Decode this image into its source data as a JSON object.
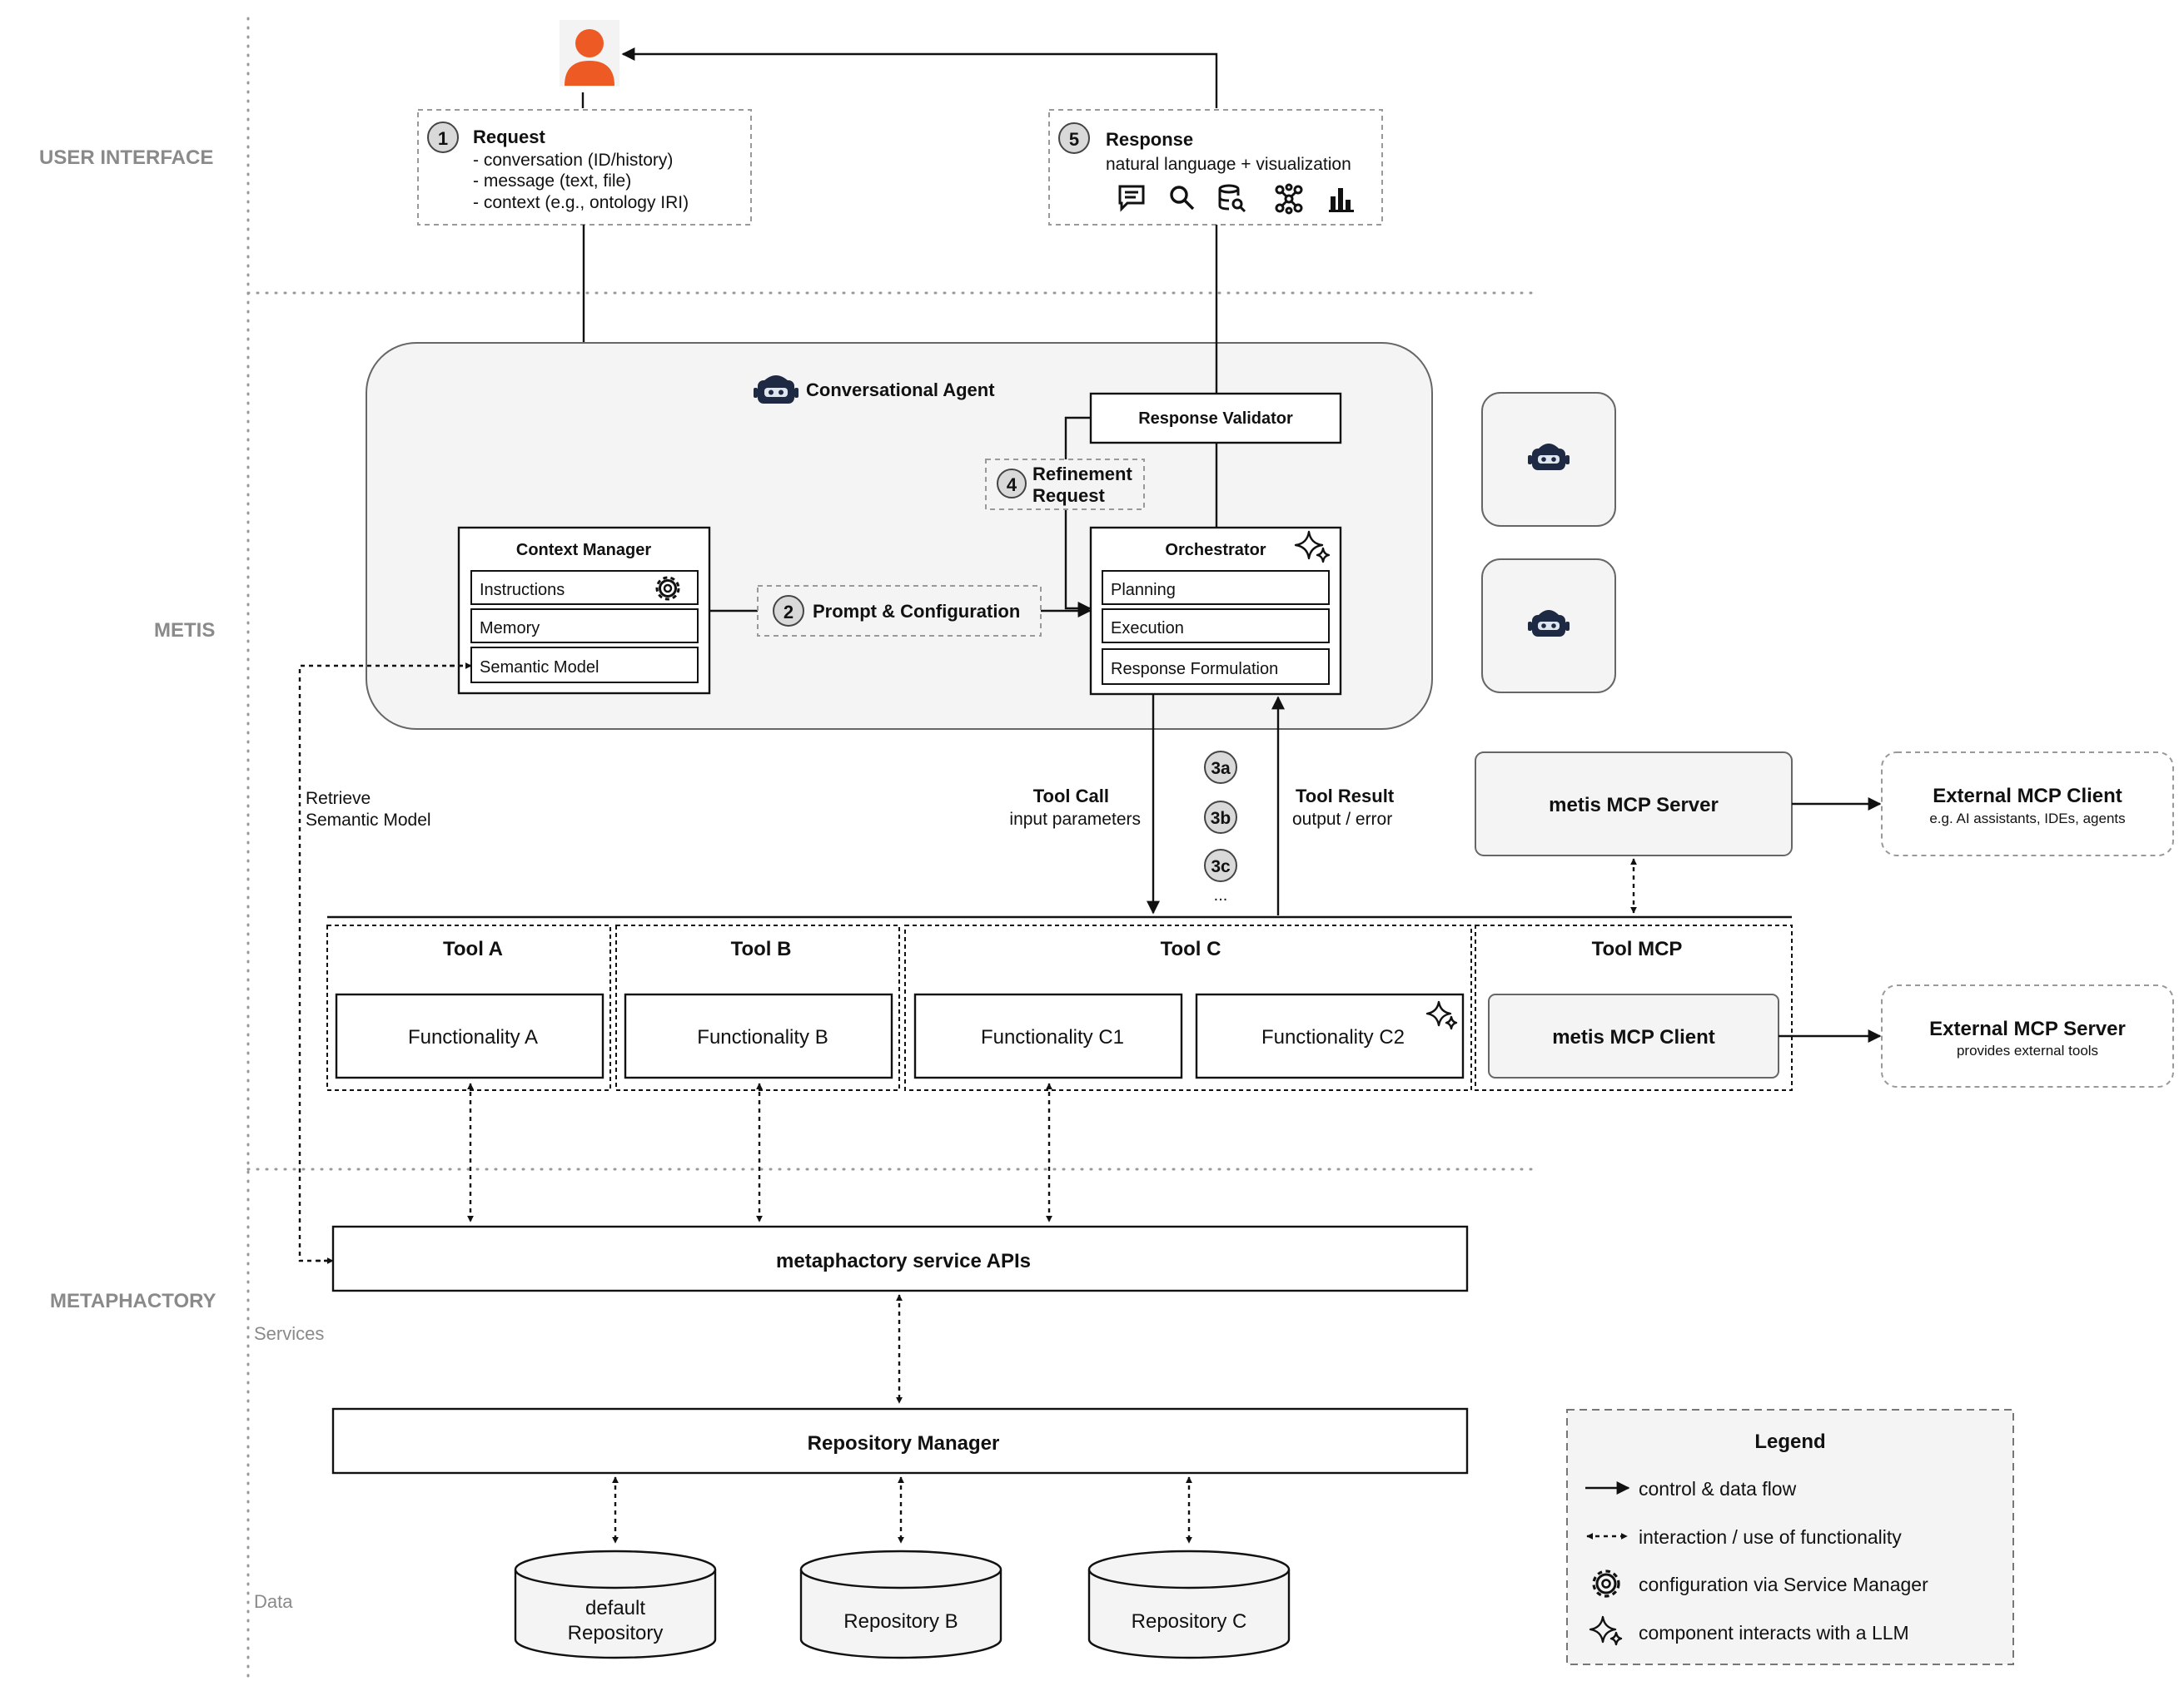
{
  "lanes": {
    "user_interface": "USER INTERFACE",
    "metis": "METIS",
    "metaphactory": "METAPHACTORY",
    "services": "Services",
    "data": "Data"
  },
  "request": {
    "num": "1",
    "title": "Request",
    "lines": [
      "- conversation (ID/history)",
      "- message (text, file)",
      "- context (e.g., ontology IRI)"
    ]
  },
  "response": {
    "num": "5",
    "title": "Response",
    "subtitle": "natural language + visualization",
    "icons": [
      "chat-icon",
      "search-icon",
      "database-search-icon",
      "graph-icon",
      "bar-chart-icon"
    ]
  },
  "agent": {
    "title": "Conversational Agent",
    "context_manager": {
      "title": "Context Manager",
      "items": [
        "Instructions",
        "Memory",
        "Semantic Model"
      ]
    },
    "prompt_config": {
      "num": "2",
      "label": "Prompt & Configuration"
    },
    "refinement": {
      "num": "4",
      "line1": "Refinement",
      "line2": "Request"
    },
    "response_validator": "Response Validator",
    "orchestrator": {
      "title": "Orchestrator",
      "items": [
        "Planning",
        "Execution",
        "Response Formulation"
      ]
    }
  },
  "tool_call": {
    "title": "Tool Call",
    "sub": "input parameters"
  },
  "tool_result": {
    "title": "Tool Result",
    "sub": "output / error"
  },
  "steps": [
    "3a",
    "3b",
    "3c",
    "..."
  ],
  "retrieve": {
    "line1": "Retrieve",
    "line2": "Semantic Model"
  },
  "mcp_server": "metis MCP Server",
  "ext_client": {
    "title": "External MCP Client",
    "sub": "e.g. AI assistants, IDEs, agents"
  },
  "ext_server": {
    "title": "External MCP Server",
    "sub": "provides external tools"
  },
  "tools": {
    "a": {
      "title": "Tool A",
      "func": "Functionality A"
    },
    "b": {
      "title": "Tool B",
      "func": "Functionality B"
    },
    "c": {
      "title": "Tool C",
      "func1": "Functionality C1",
      "func2": "Functionality C2"
    },
    "mcp": {
      "title": "Tool MCP",
      "func": "metis MCP Client"
    }
  },
  "service_apis": "metaphactory service APIs",
  "repo_manager": "Repository Manager",
  "repos": {
    "default": {
      "line1": "default",
      "line2": "Repository"
    },
    "b": "Repository B",
    "c": "Repository C"
  },
  "legend": {
    "title": "Legend",
    "items": [
      "control & data flow",
      "interaction / use of functionality",
      "configuration via Service Manager",
      "component interacts with a LLM"
    ]
  },
  "colors": {
    "user": "#ee5a24",
    "robot": "#1e2a44",
    "panel": "#f4f4f4"
  }
}
